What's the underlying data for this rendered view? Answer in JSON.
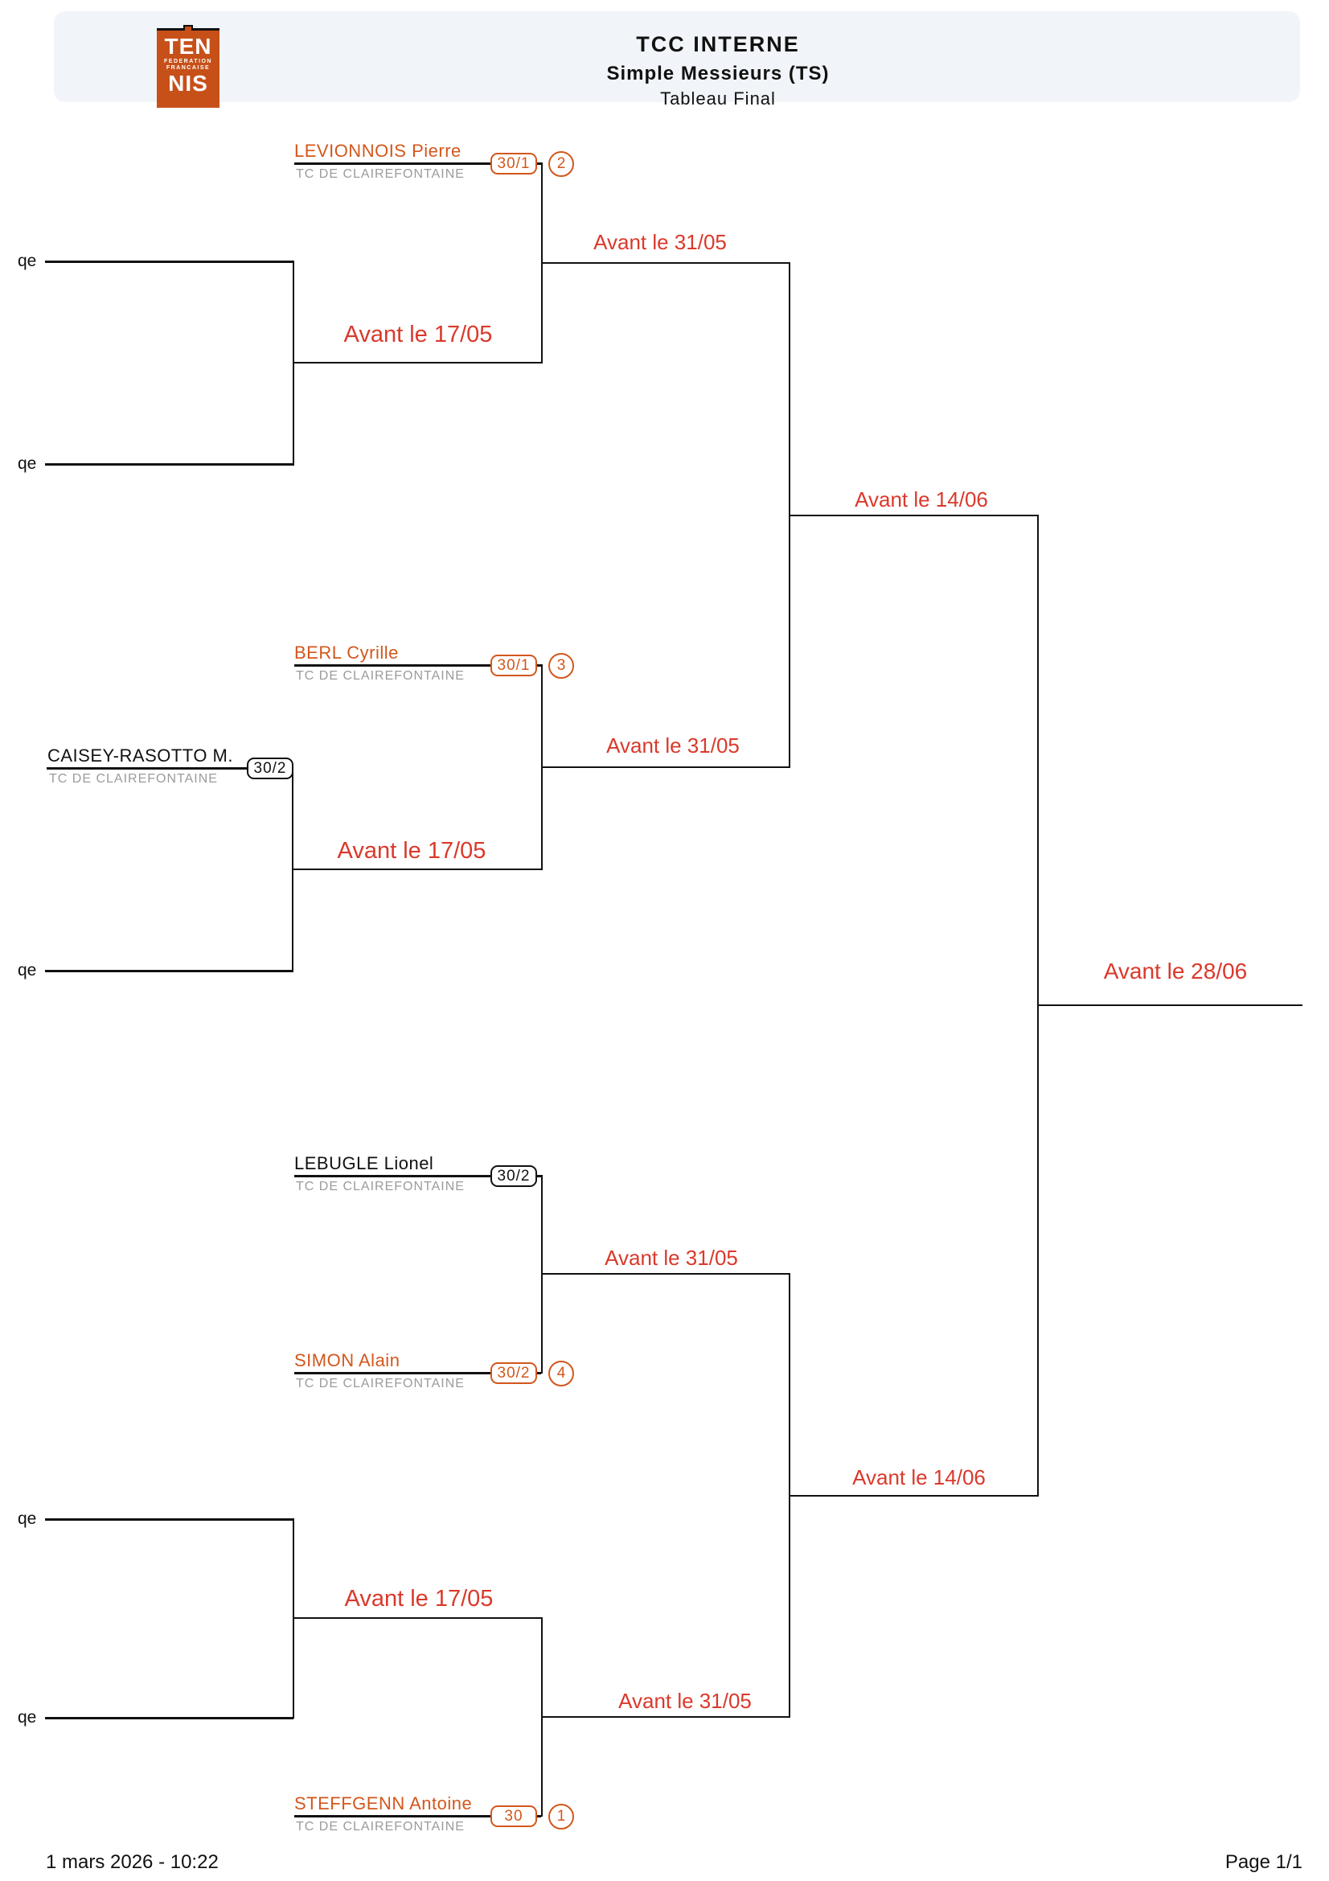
{
  "header": {
    "logo": {
      "top": "TEN",
      "mid1": "FEDERATION",
      "mid2": "FRANCAISE",
      "bottom": "NIS"
    },
    "title": "TCC INTERNE",
    "subtitle": "Simple Messieurs (TS)",
    "draw_name": "Tableau Final"
  },
  "qualifier_label": "qe",
  "players": {
    "levionnois": {
      "name": "LEVIONNOIS Pierre",
      "club": "TC DE CLAIREFONTAINE",
      "ranking": "30/1",
      "seed": "2"
    },
    "berl": {
      "name": "BERL Cyrille",
      "club": "TC DE CLAIREFONTAINE",
      "ranking": "30/1",
      "seed": "3"
    },
    "caisey_rasotto": {
      "name": "CAISEY-RASOTTO M.",
      "club": "TC DE CLAIREFONTAINE",
      "ranking": "30/2"
    },
    "lebugle": {
      "name": "LEBUGLE Lionel",
      "club": "TC DE CLAIREFONTAINE",
      "ranking": "30/2"
    },
    "simon": {
      "name": "SIMON Alain",
      "club": "TC DE CLAIREFONTAINE",
      "ranking": "30/2",
      "seed": "4"
    },
    "steffgenn": {
      "name": "STEFFGENN Antoine",
      "club": "TC DE CLAIREFONTAINE",
      "ranking": "30",
      "seed": "1"
    }
  },
  "round_dates": {
    "round1": "Avant le 17/05",
    "round2": "Avant le 31/05",
    "semifinal": "Avant le 14/06",
    "final": "Avant le 28/06"
  },
  "footer": {
    "generated": "1 mars 2026 - 10:22",
    "page": "Page 1/1"
  },
  "colors": {
    "orange": "#d2571c",
    "red": "#da392b",
    "club_gray": "#9b9b9b",
    "header_bg": "#f1f4f8",
    "line_black": "#111111"
  }
}
